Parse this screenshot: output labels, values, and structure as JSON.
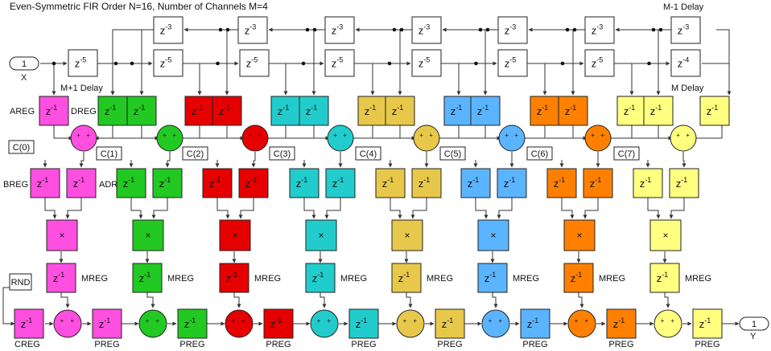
{
  "title": "Even-Symmetric FIR Order N=16, Number of Channels M=4",
  "labels": {
    "m1_delay": "M-1 Delay",
    "mp1_delay": "M+1 Delay",
    "m_delay": "M Delay",
    "areg": "AREG",
    "dreg": "DREG",
    "breg": "BREG",
    "adreg": "ADR",
    "mreg": "MREG",
    "preg": "PREG",
    "creg": "CREG",
    "rnd": "RND",
    "x": "X",
    "y": "Y",
    "port_in": "1",
    "port_out": "1"
  },
  "delay_text": {
    "z": "z",
    "exp_m1": "-1",
    "exp_m3": "-3",
    "exp_m4": "-4",
    "exp_m5": "-5"
  },
  "symbols": {
    "plus": "+",
    "times": "×"
  },
  "coefficients": [
    "C(0)",
    "C(1)",
    "C(2)",
    "C(3)",
    "C(4)",
    "C(5)",
    "C(6)",
    "C(7)"
  ],
  "colors": {
    "tap": [
      "#ff4fe0",
      "#22c922",
      "#e60000",
      "#22cccc",
      "#e8c84a",
      "#5ab4ff",
      "#ff8000",
      "#ffff80"
    ],
    "line": "#333333",
    "block_border": "#222222"
  }
}
